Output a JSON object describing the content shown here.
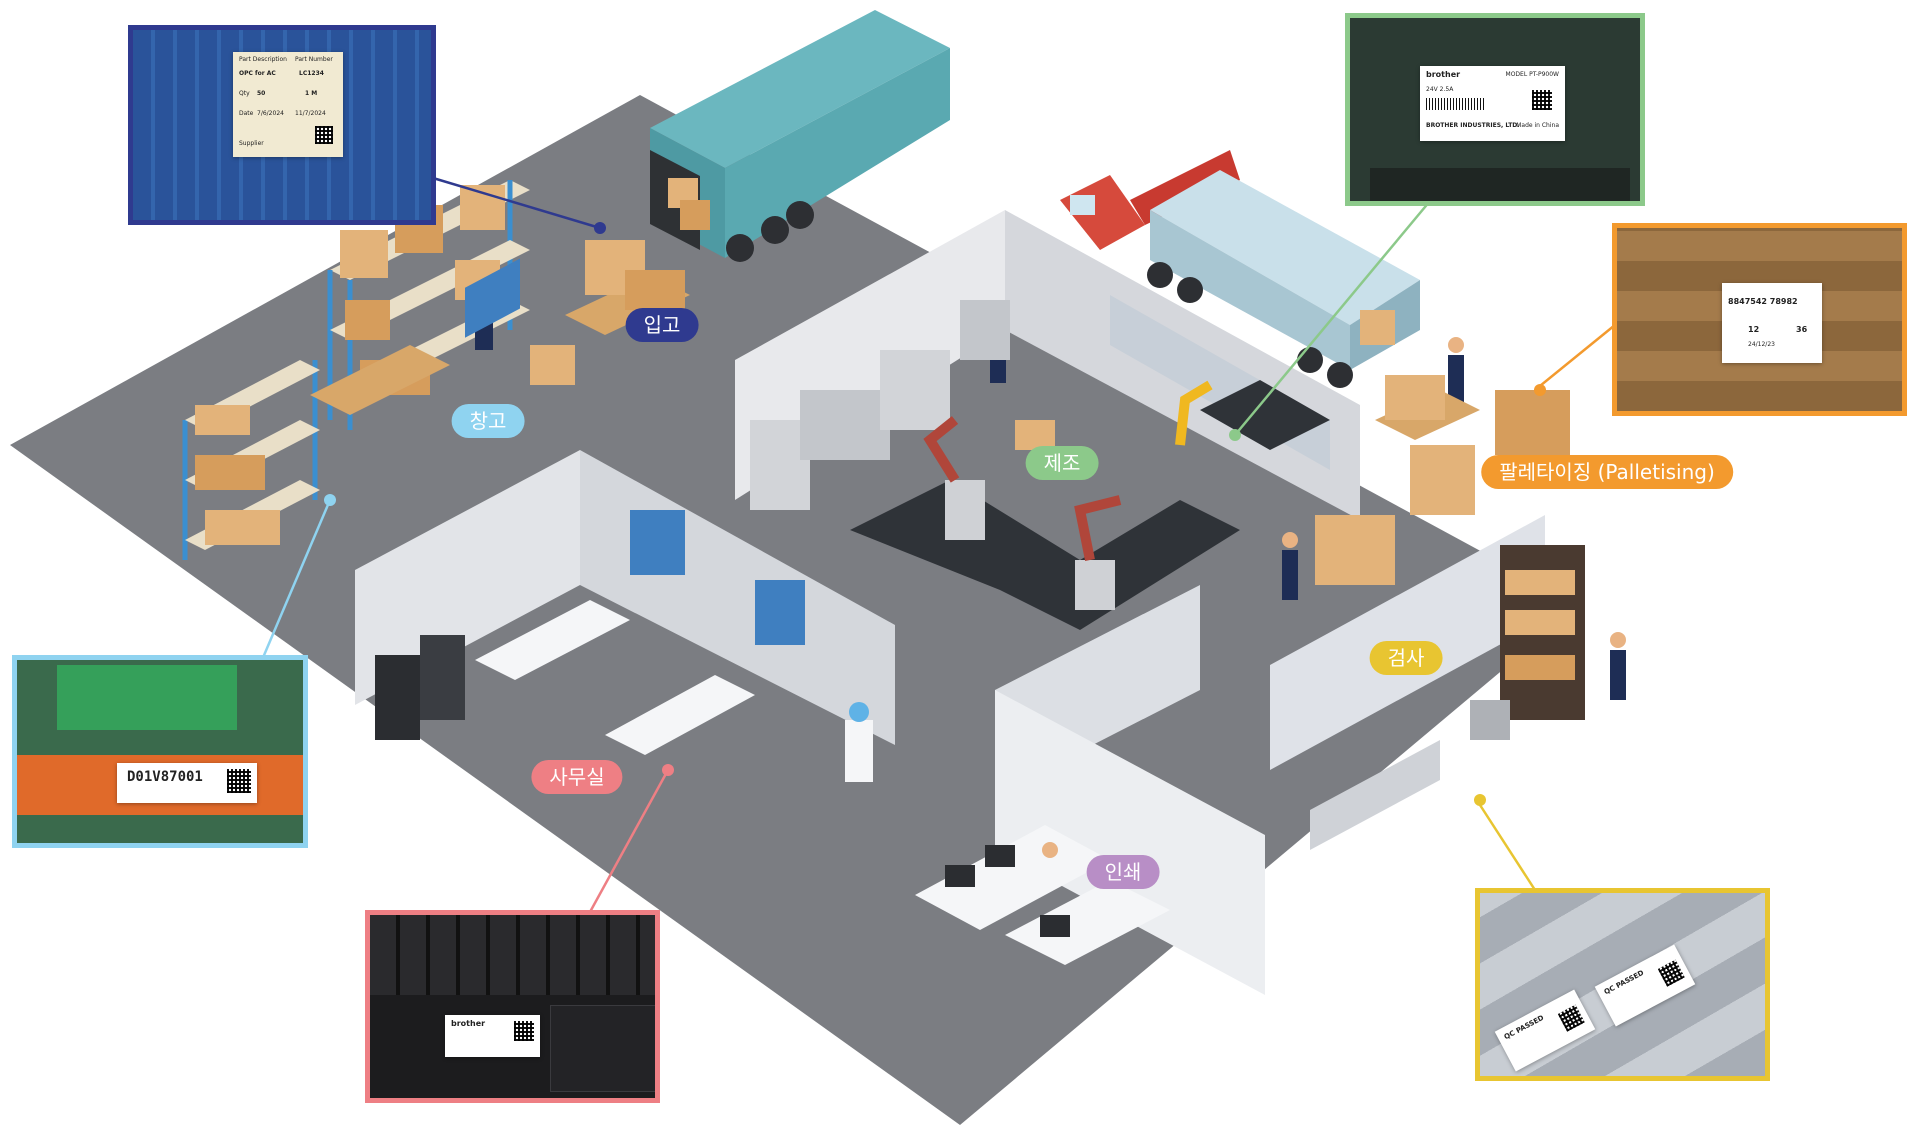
{
  "zones": {
    "receiving": "입고",
    "warehouse": "창고",
    "manufacturing": "제조",
    "palletising": "팔레타이징 (Palletising)",
    "office": "사무실",
    "inspection": "검사",
    "printing": "인쇄"
  },
  "colors": {
    "receiving": "#2f3a8f",
    "warehouse": "#8fd3f0",
    "manufacturing": "#8cc98a",
    "palletising": "#f39a2e",
    "office": "#ee7f84",
    "inspection": "#e8c531",
    "printing": "#b88ec6",
    "floor": "#7b7d82"
  },
  "callouts": {
    "receiving_label": {
      "part_description_label": "Part Description",
      "part_description": "OPC for AC",
      "part_number_label": "Part Number",
      "part_number": "LC1234",
      "qty_label": "Qty",
      "qty": "50",
      "lot": "1 M",
      "date_label": "Date",
      "date": "7/6/2024",
      "due_date": "11/7/2024",
      "supplier": "Supplier"
    },
    "printer_label": {
      "brand": "brother",
      "model": "MODEL PT-P900W",
      "voltage": "24V 2.5A",
      "maker": "BROTHER INDUSTRIES, LTD.",
      "origin": "Made in China"
    },
    "pallet_label": {
      "code": "8847542 78982",
      "count": "12",
      "qty": "36",
      "date": "24/12/23"
    },
    "shelf_label": {
      "code": "D01V87001"
    },
    "laptop_label": {
      "brand": "brother"
    },
    "qc_label": {
      "text": "QC PASSED"
    }
  }
}
